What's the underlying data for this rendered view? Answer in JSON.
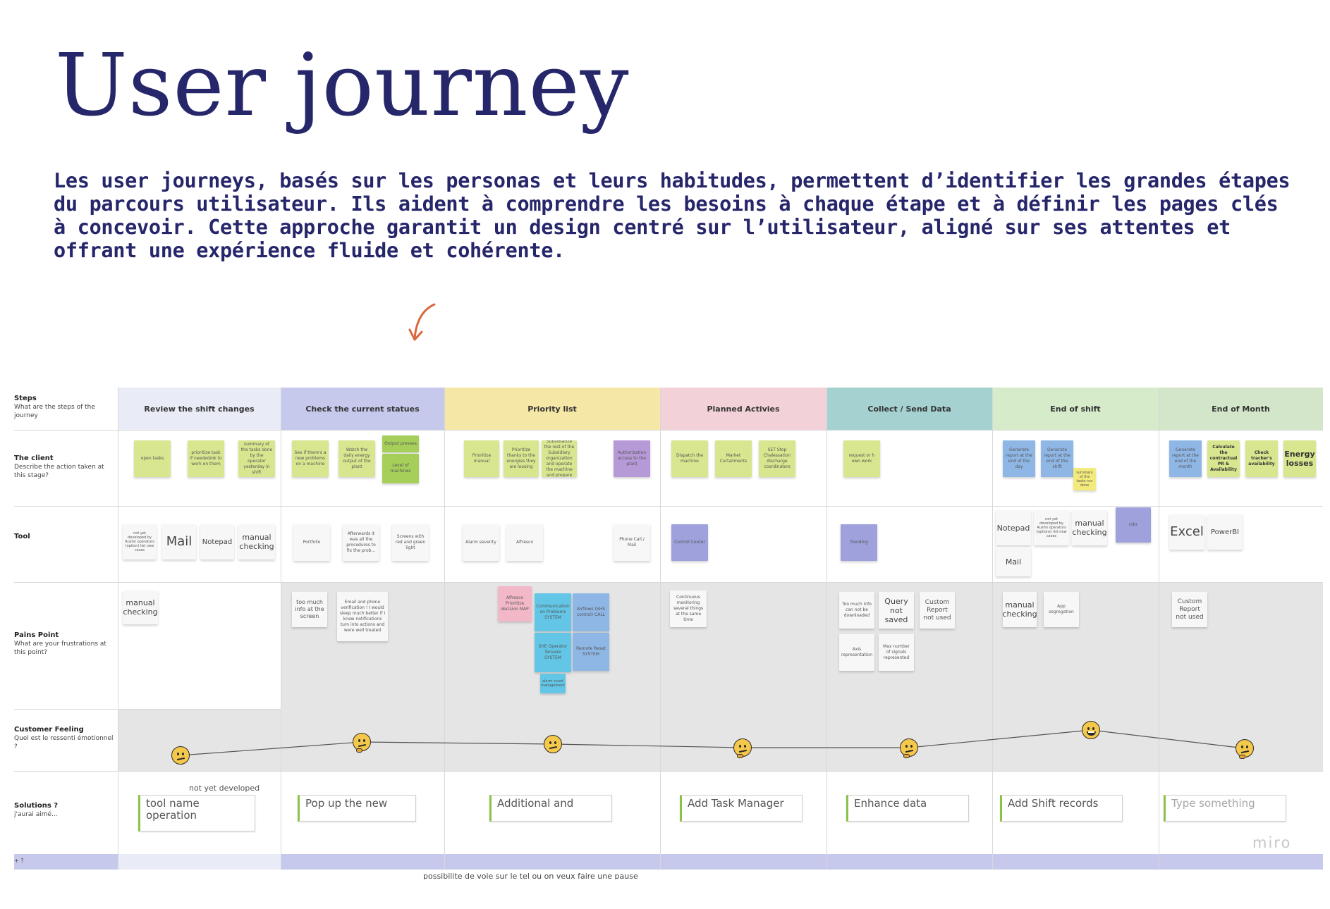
{
  "title": "User journey",
  "intro": "Les user journeys, basés sur les personas et leurs habitudes, permettent d’identifier les grandes étapes du parcours utilisateur. Ils aident à comprendre les besoins à chaque étape et à définir les pages clés à concevoir. Cette approche garantit un design centré sur l’utilisateur, aligné sur ses attentes et offrant une expérience fluide et cohérente.",
  "colors": {
    "title": "#26266b",
    "arrow": "#d9683f",
    "stage_backgrounds": [
      "#e9ecf6",
      "#c6c9ec",
      "#f5e7a6",
      "#f2d2d8",
      "#a5d2d1",
      "#d5ebc9",
      "#d3e6c9"
    ]
  },
  "row_labels": {
    "steps": {
      "title": "Steps",
      "desc": "What are the steps of the journey"
    },
    "client": {
      "title": "The client",
      "desc": "Describe the action taken at this stage?"
    },
    "tool": {
      "title": "Tool",
      "desc": ""
    },
    "pains": {
      "title": "Pains Point",
      "desc": "What are your frustrations at this point?"
    },
    "feeling": {
      "title": "Customer Feeling",
      "desc": "Quel est le ressenti émotionnel ?"
    },
    "solutions": {
      "title": "Solutions ?",
      "desc": "j'aurai aimé..."
    },
    "footer": "+ ?"
  },
  "stages": [
    {
      "name": "Review the shift changes"
    },
    {
      "name": "Check the current statues"
    },
    {
      "name": "Priority list"
    },
    {
      "name": "Planned Activies"
    },
    {
      "name": "Collect / Send Data"
    },
    {
      "name": "End of shift"
    },
    {
      "name": "End of Month"
    }
  ],
  "notes": {
    "client": [
      {
        "text": "open tasks",
        "color": "y"
      },
      {
        "text": "prioritize task if needed/ok to work on them",
        "color": "y"
      },
      {
        "text": "summary of the tasks done by the operator yesterday in shift",
        "color": "y"
      },
      {
        "text": "See if there's a new problems on a machine",
        "color": "y"
      },
      {
        "text": "Watch the daily energy output of the plant",
        "color": "y"
      },
      {
        "text": "Output presses",
        "color": "g"
      },
      {
        "text": "Level of machines",
        "color": "g"
      },
      {
        "text": "Prioritize manual",
        "color": "y"
      },
      {
        "text": "Prioritize thanks to the energies they are loosing",
        "color": "y"
      },
      {
        "text": "Subsidiarize the rest of the Subsidiary organization and operate the machine and prepare",
        "color": "y"
      },
      {
        "text": "Authorization access to the plant",
        "color": "p"
      },
      {
        "text": "Dispatch the machine",
        "color": "y"
      },
      {
        "text": "Market Curtailments",
        "color": "y"
      },
      {
        "text": "SET Stop Chalessation discharge coordinators",
        "color": "y"
      },
      {
        "text": "request or h own work",
        "color": "y"
      },
      {
        "text": "Generate report at the end of the day",
        "color": "b"
      },
      {
        "text": "Generate report at the end of the shift",
        "color": "b"
      },
      {
        "text": "summary of the tasks run done",
        "color": "ly"
      },
      {
        "text": "Generate report at the end of the month",
        "color": "b"
      },
      {
        "text": "Calculate the contractual PR & Availability",
        "color": "y"
      },
      {
        "text": "Check tracker's availability",
        "color": "y"
      },
      {
        "text": "Energy losses",
        "color": "y"
      }
    ],
    "tool": [
      {
        "text": "not yet developed by Austin operators (option) list new cases",
        "color": "w"
      },
      {
        "text": "Mail",
        "color": "w"
      },
      {
        "text": "Notepad",
        "color": "w"
      },
      {
        "text": "manual checking",
        "color": "w"
      },
      {
        "text": "Portfolio",
        "color": "w"
      },
      {
        "text": "Afterwards it was all the procedures to fix the prob...",
        "color": "w"
      },
      {
        "text": "Screens with red and green light",
        "color": "w"
      },
      {
        "text": "Alarm severity",
        "color": "w"
      },
      {
        "text": "Alfresco",
        "color": "w"
      },
      {
        "text": "Phone Call / Mail",
        "color": "w"
      },
      {
        "text": "Control Center",
        "color": "lv"
      },
      {
        "text": "Trending",
        "color": "lv"
      },
      {
        "text": "Notepad",
        "color": "w"
      },
      {
        "text": "not yet developed by Austin operators (options) list new cases",
        "color": "w"
      },
      {
        "text": "manual checking",
        "color": "w"
      },
      {
        "text": "mbr",
        "color": "lv"
      },
      {
        "text": "Mail",
        "color": "w"
      },
      {
        "text": "Excel",
        "color": "w"
      },
      {
        "text": "PowerBI",
        "color": "w"
      }
    ],
    "pains": [
      {
        "text": "manual checking",
        "color": "w"
      },
      {
        "text": "too much info at the screen",
        "color": "w"
      },
      {
        "text": "Email and phone verification ! I would sleep much better if I knew notifications turn into actions and were well treated",
        "color": "w"
      },
      {
        "text": "Alfresco Prioritize decision MAP",
        "color": "pk"
      },
      {
        "text": "Communication on Problems SYSTEM",
        "color": "c"
      },
      {
        "text": "Airflows (SHS control) CALL",
        "color": "b"
      },
      {
        "text": "SHE Operator Tenuere SYSTEM",
        "color": "c"
      },
      {
        "text": "Remote Reset SYSTEM",
        "color": "b"
      },
      {
        "text": "alarm count management",
        "color": "c"
      },
      {
        "text": "Continuous monitoring several things at the same time",
        "color": "w"
      },
      {
        "text": "Too much info can not be downloaded",
        "color": "w"
      },
      {
        "text": "Query not saved",
        "color": "w"
      },
      {
        "text": "Custom Report not used",
        "color": "w"
      },
      {
        "text": "Axis representation",
        "color": "w"
      },
      {
        "text": "Max number of signals represented",
        "color": "w"
      },
      {
        "text": "manual checking",
        "color": "w"
      },
      {
        "text": "App segregation",
        "color": "w"
      },
      {
        "text": "Custom Report not used",
        "color": "w"
      }
    ]
  },
  "solutions": [
    {
      "text": "tool name operation",
      "note": "not yet developed",
      "placeholder": false
    },
    {
      "text": "Pop up the new",
      "placeholder": false
    },
    {
      "text": "Additional and",
      "placeholder": false
    },
    {
      "text": "Add Task Manager",
      "placeholder": false
    },
    {
      "text": "Enhance data",
      "placeholder": false
    },
    {
      "text": "Add Shift records",
      "placeholder": false
    },
    {
      "text": "Type something",
      "placeholder": true
    }
  ],
  "feelings": [
    {
      "mood": "sad"
    },
    {
      "mood": "thinking"
    },
    {
      "mood": "confused"
    },
    {
      "mood": "thinking"
    },
    {
      "mood": "thinking"
    },
    {
      "mood": "happy"
    },
    {
      "mood": "thinking"
    }
  ],
  "watermark": "miro",
  "footer_text": "possibilite de voie sur le tel ou on veux faire une pause"
}
